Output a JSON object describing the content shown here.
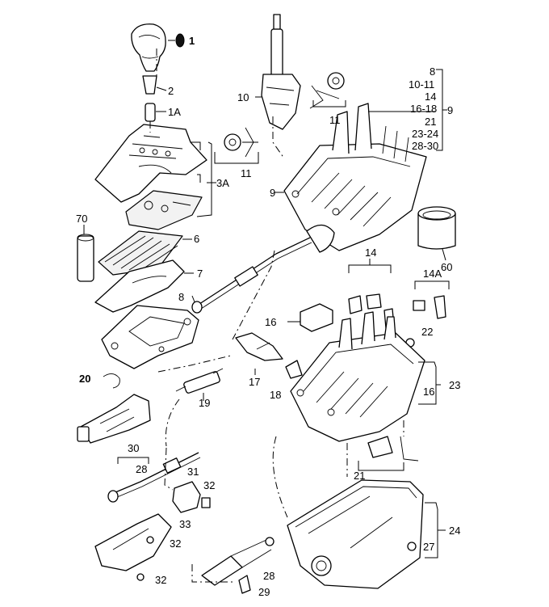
{
  "diagram": {
    "callouts": {
      "c1": "1",
      "c2": "2",
      "c1a": "1A",
      "c3a": "3A",
      "c70": "70",
      "c6": "6",
      "c7": "7",
      "c8a": "8",
      "c20": "20",
      "c30": "30",
      "c28a": "28",
      "c31": "31",
      "c32a": "32",
      "c33": "33",
      "c32b": "32",
      "c32c": "32",
      "c10": "10",
      "c11a": "11",
      "c11b": "11",
      "c9a": "9",
      "c9b": "9",
      "g8": "8",
      "g10_11": "10-11",
      "g14": "14",
      "g16_18": "16-18",
      "g21": "21",
      "g23_24": "23-24",
      "g28_30": "28-30",
      "c60": "60",
      "c14a": "14",
      "c14b": "14A",
      "c16a": "16",
      "c17": "17",
      "c19": "19",
      "c18": "18",
      "c22": "22",
      "c23": "23",
      "c16b": "16",
      "c21": "21",
      "c24": "24",
      "c27": "27",
      "c28b": "28",
      "c29": "29"
    },
    "colors": {
      "line": "#000000",
      "background": "#ffffff"
    }
  }
}
